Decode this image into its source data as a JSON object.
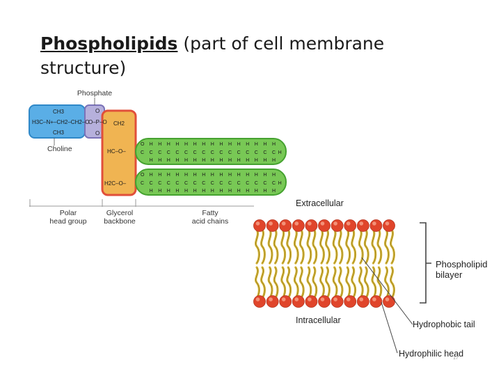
{
  "title": {
    "bold_text": "Phospholipids",
    "rest_text": " (part of cell membrane structure)"
  },
  "molecule": {
    "labels": {
      "phosphate": "Phosphate",
      "choline": "Choline",
      "polar_head_group": [
        "Polar",
        "head group"
      ],
      "glycerol_backbone": [
        "Glycerol",
        "backbone"
      ],
      "fatty_acid_chains": [
        "Fatty",
        "acid chains"
      ]
    },
    "choline_formula": {
      "top": "CH3",
      "middle": "H3C–N+–CH2–CH2–O",
      "bottom": "CH3"
    },
    "phosphate_formula": [
      "O",
      "O–P–O",
      "O"
    ],
    "glycerol_formula": [
      "CH2",
      "HC–O–",
      "H2C–O–"
    ],
    "chain_atoms": {
      "carbon": "C",
      "hydrogen": "H",
      "oxygen": "O"
    },
    "colors": {
      "choline_fill": "#5aaee6",
      "choline_stroke": "#2f88c8",
      "phosphate_fill": "#b6b0dc",
      "phosphate_stroke": "#7a72b8",
      "glycerol_fill": "#f0b452",
      "glycerol_stroke": "#e14f3a",
      "chain_fill": "#78c855",
      "chain_stroke": "#45a230"
    }
  },
  "membrane": {
    "labels": {
      "extracellular": "Extracellular",
      "intracellular": "Intracellular",
      "phospholipid_bilayer": [
        "Phospholipid",
        "bilayer"
      ],
      "hydrophobic_tail": "Hydrophobic tail",
      "hydrophilic_head": "Hydrophilic head"
    },
    "colors": {
      "head": "#e0452b",
      "head_highlight": "#f7a58d",
      "tail": "#d8b838",
      "tail_dark": "#8c7420"
    }
  },
  "page_number": "17"
}
